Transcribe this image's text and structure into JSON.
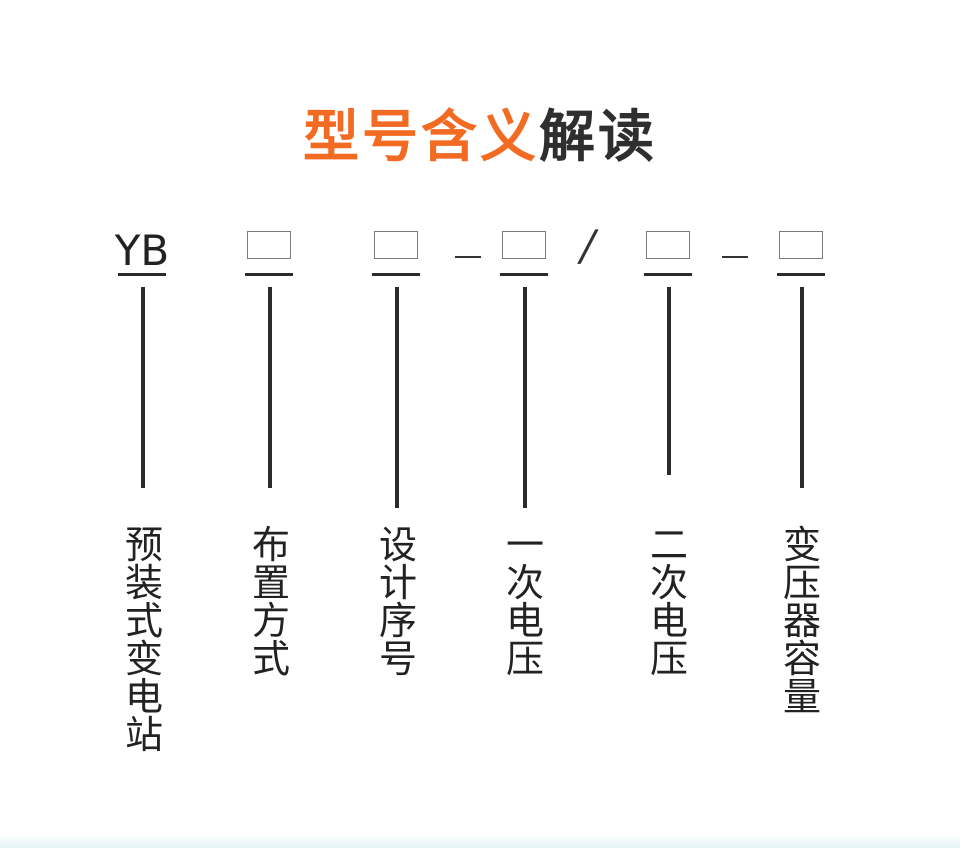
{
  "title": {
    "part_orange": "型号含义",
    "part_dark": "解读",
    "orange_color": "#f36a22",
    "dark_color": "#2f2f2f"
  },
  "code": {
    "prefix": "YB",
    "separator_dash_1": "–",
    "separator_slash": "/",
    "separator_dash_2": "–"
  },
  "labels": [
    "预装式变电站",
    "布置方式",
    "设计序号",
    "一次电压",
    "二次电压",
    "变压器容量"
  ]
}
